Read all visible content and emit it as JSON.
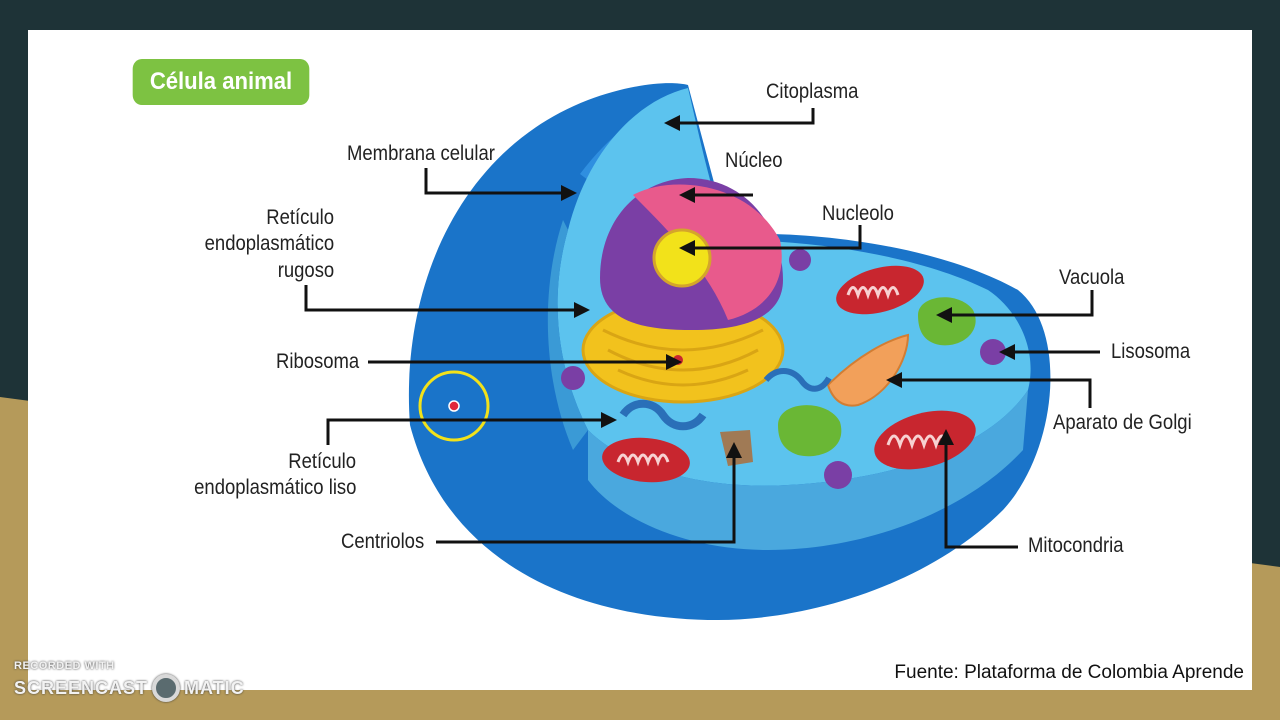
{
  "title": "Célula animal",
  "labels": {
    "citoplasma": "Citoplasma",
    "membrana": "Membrana celular",
    "nucleo": "Núcleo",
    "nucleolo": "Nucleolo",
    "rer_1": "Retículo",
    "rer_2": "endoplasmático",
    "rer_3": "rugoso",
    "vacuola": "Vacuola",
    "lisosoma": "Lisosoma",
    "ribosoma": "Ribosoma",
    "golgi": "Aparato de Golgi",
    "rel_1": "Retículo",
    "rel_2": "endoplasmático liso",
    "centriolos": "Centriolos",
    "mitocondria": "Mitocondria"
  },
  "source": "Fuente: Plataforma de Colombia Aprende",
  "watermark": {
    "line1": "RECORDED WITH",
    "brand_left": "SCREENCAST",
    "brand_right": "MATIC"
  },
  "colors": {
    "accent": "#7dc242",
    "cell_outer": "#1a74c9",
    "cytoplasm": "#5cc3ee",
    "nucleus": "#e85a8c",
    "nucleolus": "#f2e21a",
    "mitochondria": "#c8262f",
    "vacuole": "#6ab735"
  }
}
